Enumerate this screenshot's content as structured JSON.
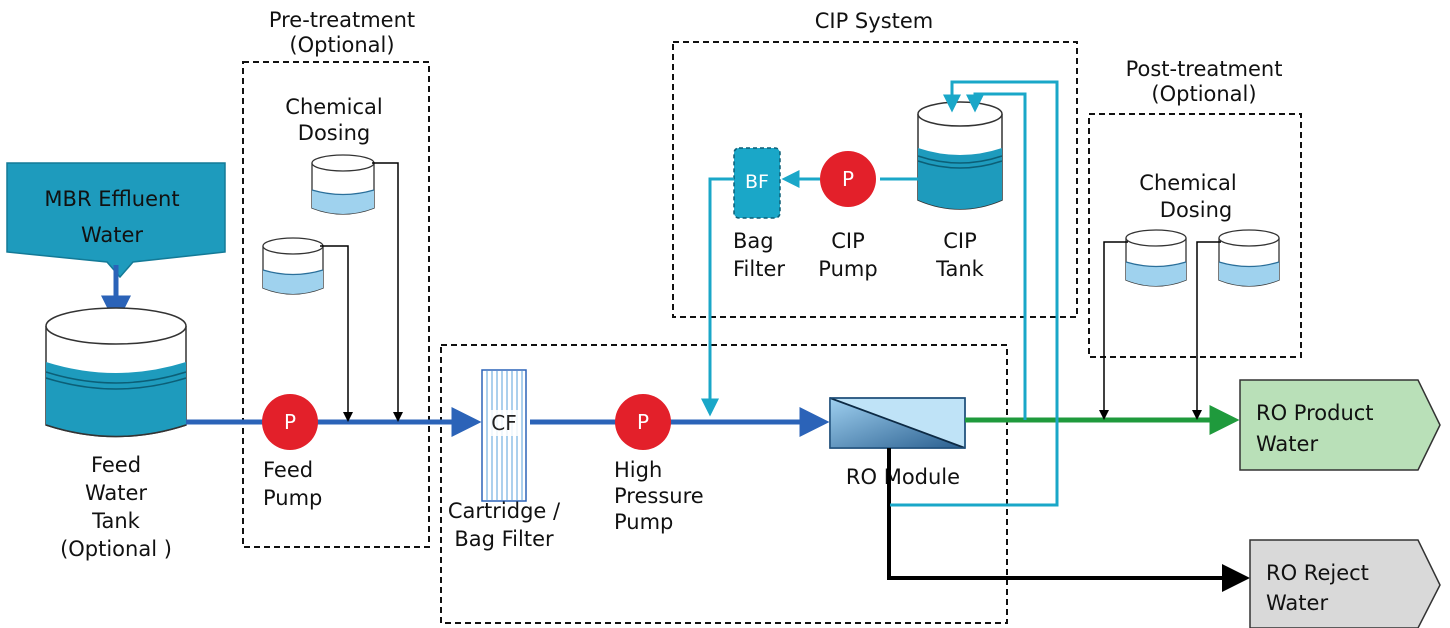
{
  "sections": {
    "pretreatment": {
      "line1": "Pre-treatment",
      "line2": "(Optional)"
    },
    "cip": {
      "title": "CIP System"
    },
    "posttreatment": {
      "line1": "Post-treatment",
      "line2": "(Optional)"
    }
  },
  "source": {
    "line1": "MBR Effluent",
    "line2": "Water"
  },
  "feed_tank": {
    "line1": "Feed",
    "line2": "Water",
    "line3": "Tank",
    "line4": "(Optional )"
  },
  "feed_pump": {
    "symbol": "P",
    "line1": "Feed",
    "line2": "Pump"
  },
  "pre_dosing": {
    "line1": "Chemical",
    "line2": "Dosing"
  },
  "cartridge_filter": {
    "symbol": "CF",
    "line1": "Cartridge /",
    "line2": "Bag Filter"
  },
  "hp_pump": {
    "symbol": "P",
    "line1": "High",
    "line2": "Pressure",
    "line3": "Pump"
  },
  "ro_module": {
    "label": "RO Module"
  },
  "bag_filter": {
    "symbol": "BF",
    "line1": "Bag",
    "line2": "Filter"
  },
  "cip_pump": {
    "symbol": "P",
    "line1": "CIP",
    "line2": "Pump"
  },
  "cip_tank": {
    "line1": "CIP",
    "line2": "Tank"
  },
  "post_dosing": {
    "line1": "Chemical",
    "line2": "Dosing"
  },
  "outputs": {
    "product": {
      "line1": "RO Product",
      "line2": "Water"
    },
    "reject": {
      "line1": "RO Reject",
      "line2": "Water"
    }
  },
  "colors": {
    "feed_line": "#2b63b8",
    "cip_line": "#1aa7c8",
    "product_line": "#1f9a3c",
    "reject_line": "#000000",
    "pump": "#e3202a",
    "water": "#1e9bbd",
    "product_fill": "#b9e0b8",
    "reject_fill": "#d9d9d9"
  }
}
